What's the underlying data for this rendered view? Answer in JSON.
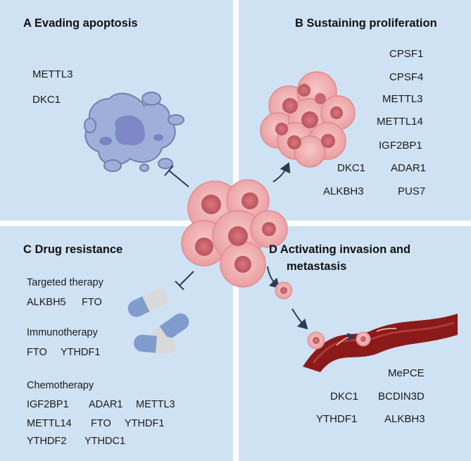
{
  "panels": {
    "a": {
      "title": "A  Evading apoptosis",
      "genes": [
        "METTL3",
        "DKC1"
      ]
    },
    "b": {
      "title": "B  Sustaining proliferation",
      "genes": [
        "CPSF1",
        "CPSF4",
        "METTL3",
        "METTL14",
        "IGF2BP1",
        "DKC1",
        "ADAR1",
        "ALKBH3",
        "PUS7"
      ]
    },
    "c": {
      "title": "C  Drug resistance",
      "groups": [
        {
          "label": "Targeted therapy",
          "genes": [
            "ALKBH5",
            "FTO"
          ]
        },
        {
          "label": "Immunotherapy",
          "genes": [
            "FTO",
            "YTHDF1"
          ]
        },
        {
          "label": "Chemotherapy",
          "genes": [
            "IGF2BP1",
            "ADAR1",
            "METTL3",
            "METTL14",
            "FTO",
            "YTHDF1",
            "YTHDF2",
            "YTHDC1"
          ]
        }
      ]
    },
    "d": {
      "title_line1": "D  Activating invasion and",
      "title_line2": "metastasis",
      "genes": [
        "MePCE",
        "DKC1",
        "BCDIN3D",
        "YTHDF1",
        "ALKBH3"
      ]
    }
  },
  "colors": {
    "panel_bg": "#cfe2f3",
    "tumor_cell": "#f2b3b3",
    "tumor_nucleus": "#c8606a",
    "apoptotic_cell": "#8a9bc9",
    "vessel": "#8b1a1a",
    "capsule_blue": "#7f9ccc",
    "capsule_grey": "#d9d9d9"
  }
}
